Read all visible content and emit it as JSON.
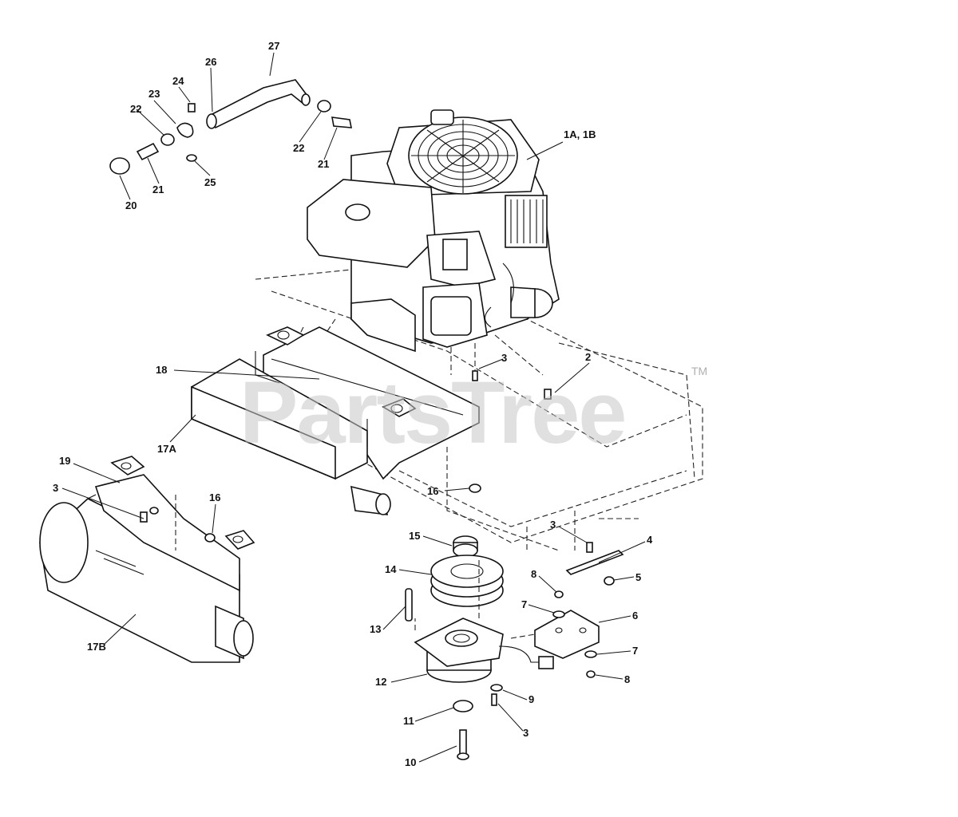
{
  "watermark": {
    "brand": "PartsTree",
    "trademark": "TM"
  },
  "callouts": {
    "c27": "27",
    "c26": "26",
    "c24": "24",
    "c23": "23",
    "c22a": "22",
    "c22b": "22",
    "c21a": "21",
    "c21b": "21",
    "c20": "20",
    "c25": "25",
    "c1ab": "1A, 1B",
    "c18": "18",
    "c3a": "3",
    "c2": "2",
    "c17a": "17A",
    "c19": "19",
    "c3b": "3",
    "c16a": "16",
    "c16b": "16",
    "c3c": "3",
    "c4": "4",
    "c15": "15",
    "c14": "14",
    "c8a": "8",
    "c5": "5",
    "c7a": "7",
    "c6": "6",
    "c13": "13",
    "c7b": "7",
    "c8b": "8",
    "c12": "12",
    "c9": "9",
    "c11": "11",
    "c3d": "3",
    "c10": "10",
    "c17b": "17B"
  }
}
